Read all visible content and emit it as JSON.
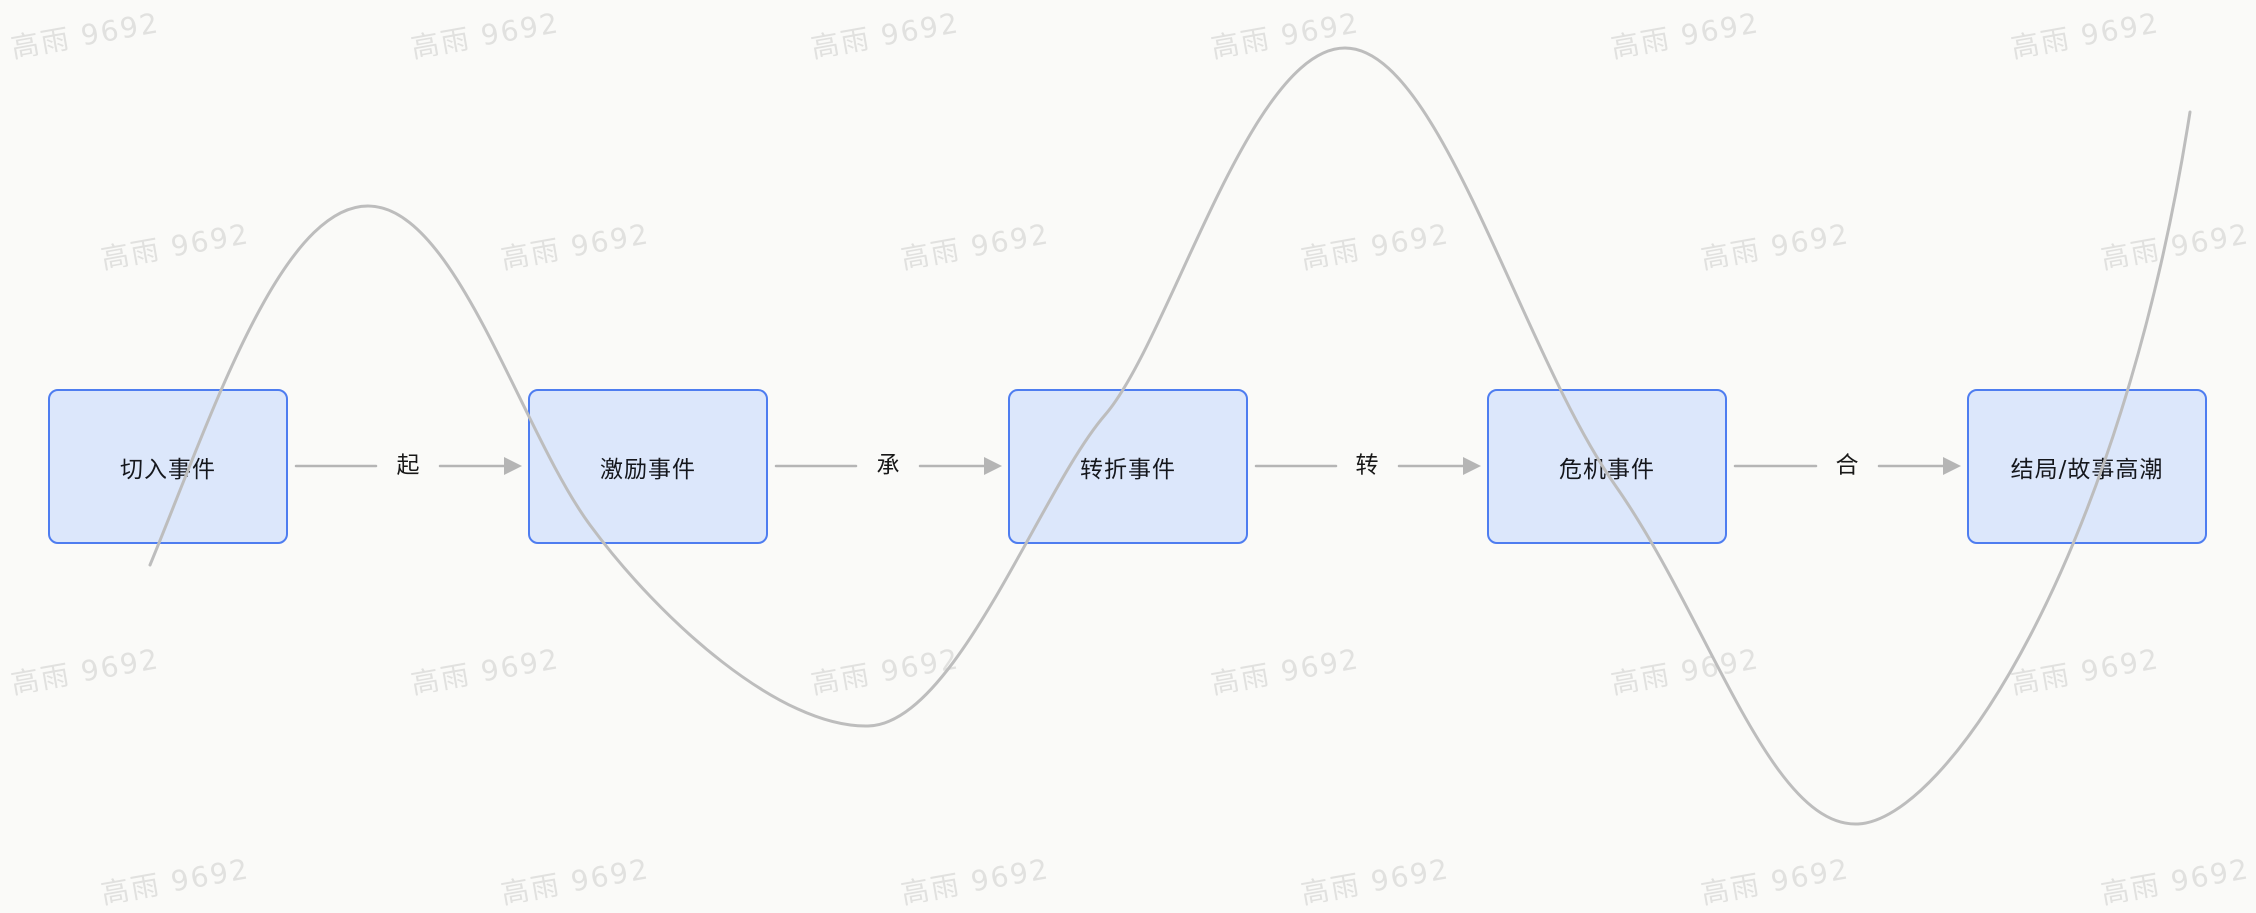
{
  "diagram": {
    "title": "story-structure-flow",
    "nodes": [
      {
        "label": "切入事件"
      },
      {
        "label": "激励事件"
      },
      {
        "label": "转折事件"
      },
      {
        "label": "危机事件"
      },
      {
        "label": "结局/故事高潮"
      }
    ],
    "edges": [
      {
        "label": "起"
      },
      {
        "label": "承"
      },
      {
        "label": "转"
      },
      {
        "label": "合"
      }
    ]
  },
  "watermark": {
    "text": "高雨 9692"
  },
  "colors": {
    "background": "#FAFAF8",
    "node_fill": "#DCE7FB",
    "node_border": "#4E7DF0",
    "connector": "#B5B5B5",
    "curve": "#BDBDBD"
  }
}
